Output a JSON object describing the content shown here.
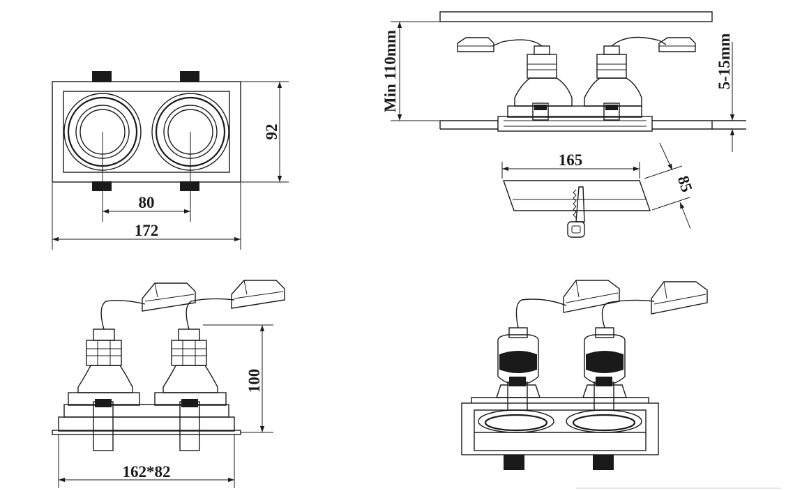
{
  "dimensions": {
    "width_172": "172",
    "spacing_80": "80",
    "height_92": "92",
    "min_depth": "Min 110mm",
    "ceiling_thickness": "5-15mm",
    "cutout_165": "165",
    "cutout_85": "85",
    "height_100": "100",
    "cutout_162x82": "162*82"
  },
  "colors": {
    "line": "#1a1a1a",
    "background": "#ffffff"
  }
}
